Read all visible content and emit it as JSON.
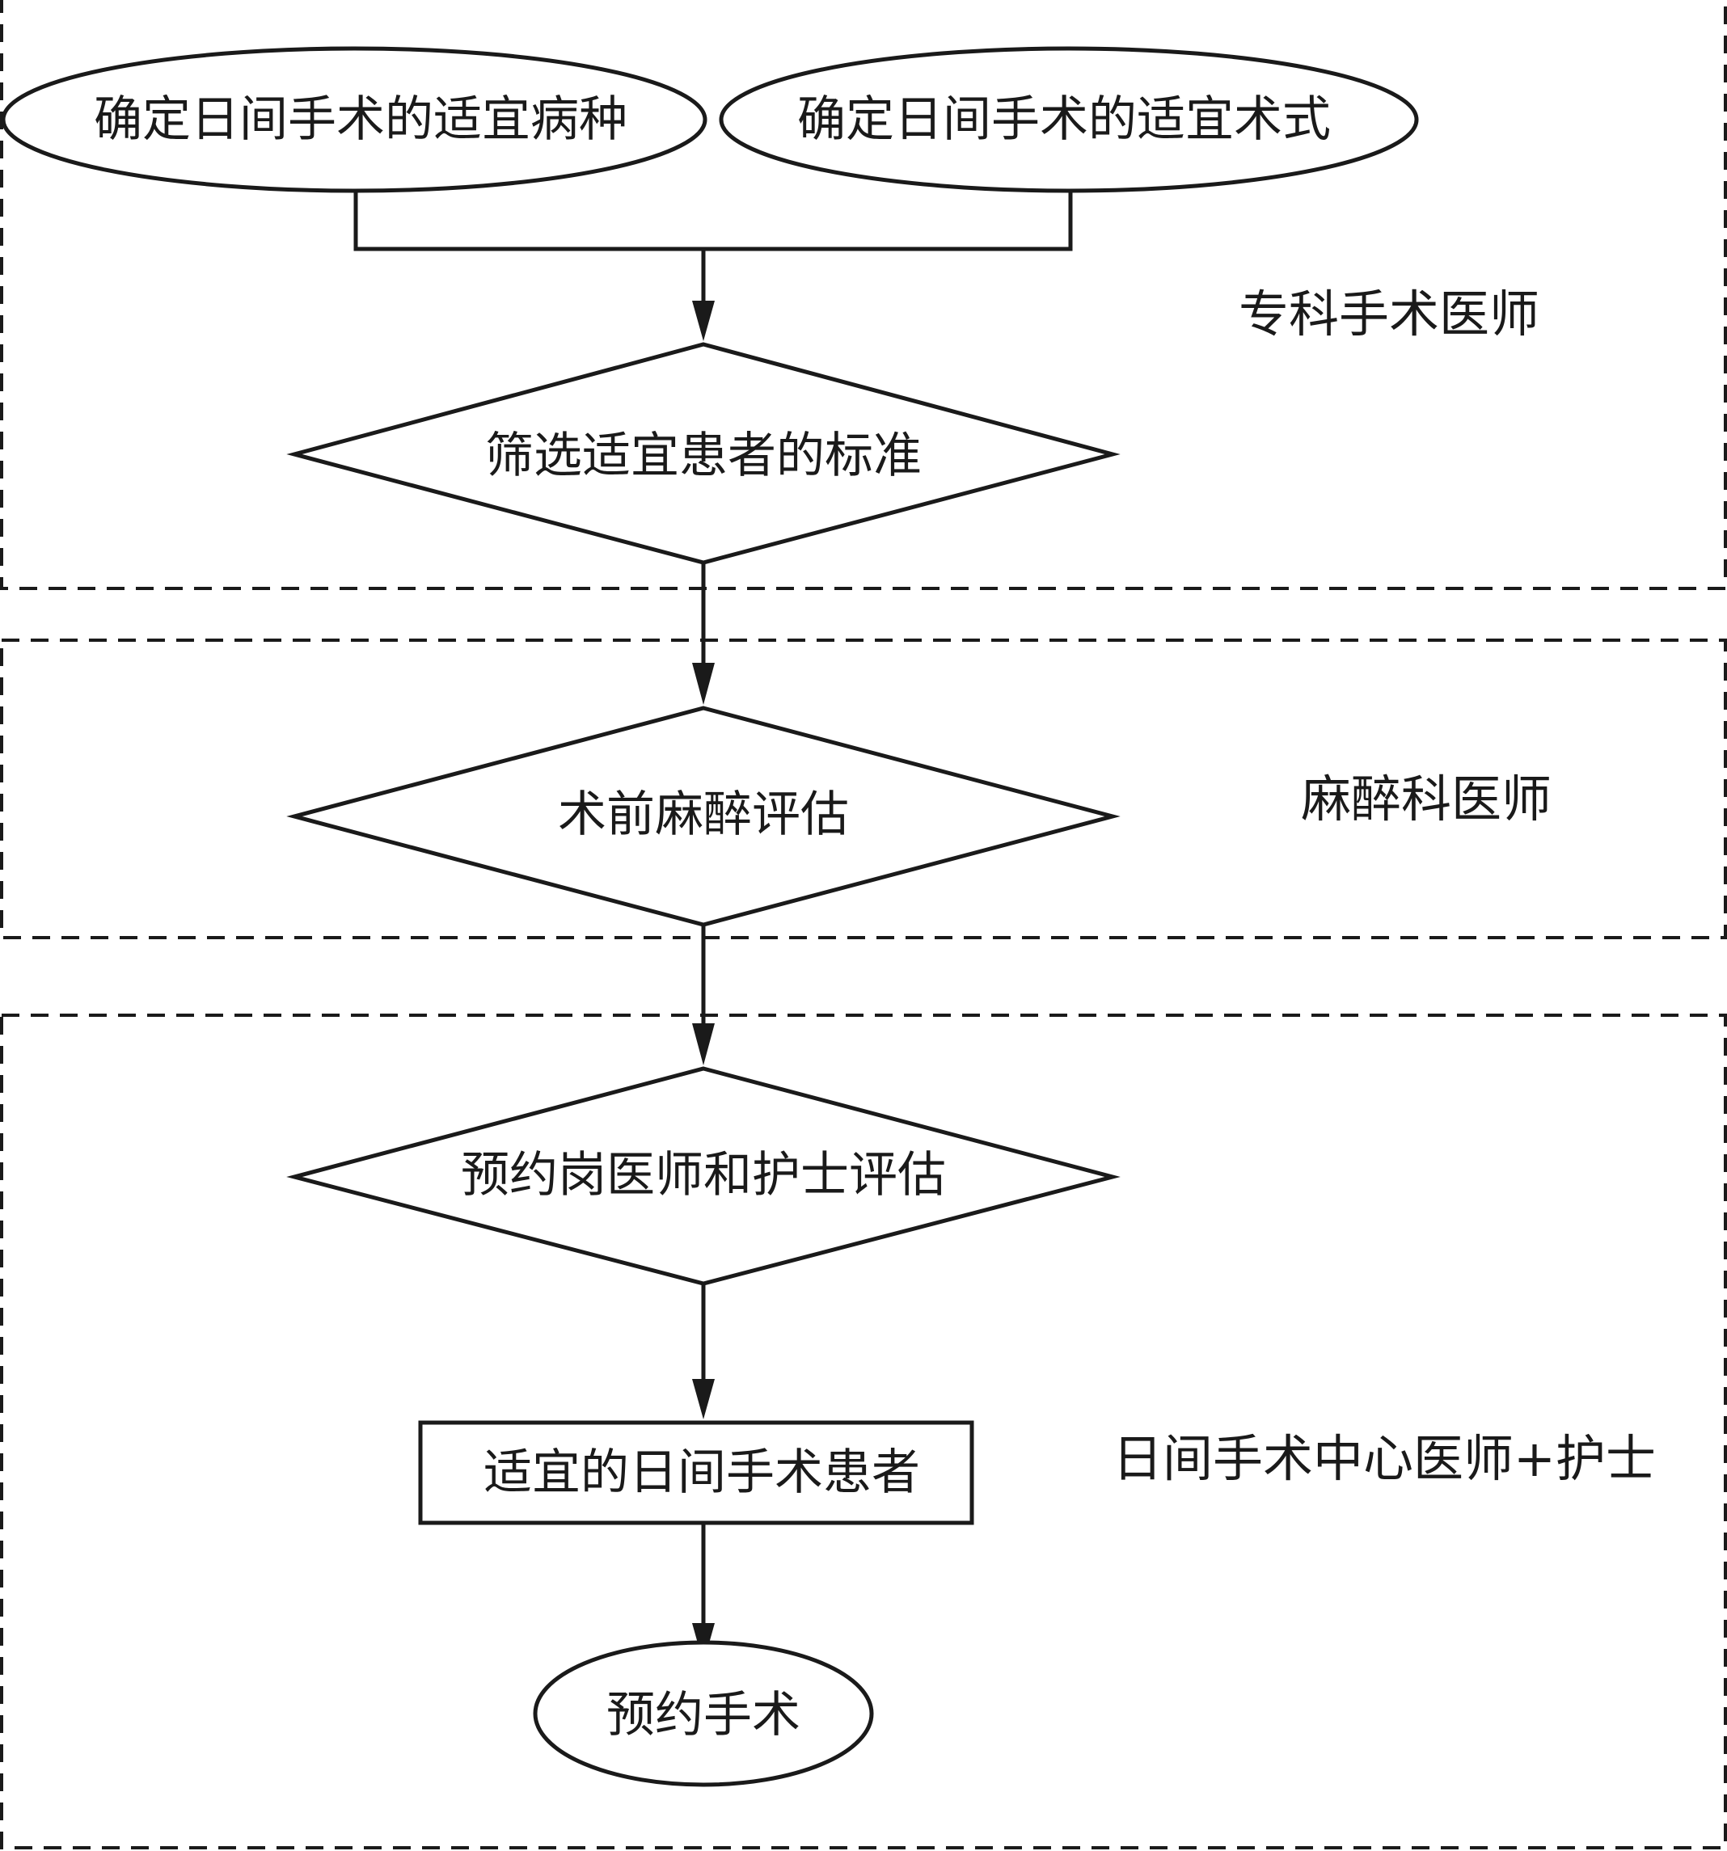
{
  "lanes": [
    {
      "role": "专科手术医师"
    },
    {
      "role": "麻醉科医师"
    },
    {
      "role": "日间手术中心医师+护士"
    }
  ],
  "nodes": {
    "disease": "确定日间手术的适宜病种",
    "procedure": "确定日间手术的适宜术式",
    "screening": "筛选适宜患者的标准",
    "anesthesia": "术前麻醉评估",
    "booking_assessment": "预约岗医师和护士评估",
    "suitable_patient": "适宜的日间手术患者",
    "schedule": "预约手术"
  }
}
